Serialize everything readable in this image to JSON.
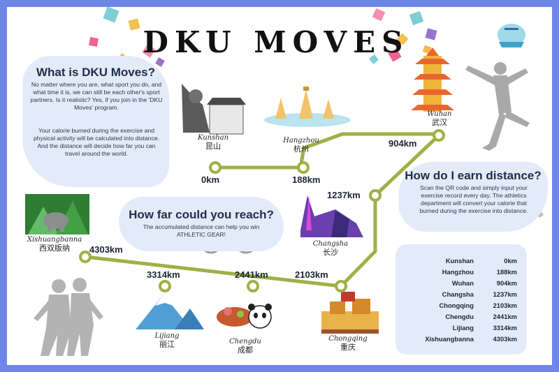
{
  "title": "DKU MOVES",
  "what": {
    "heading": "What is DKU Moves?",
    "p1": "No matter where you are, what sport you do, and what time it is, we can still be each other's sport partners. Is it realistic? Yes, if you join in the 'DKU Moves' program.",
    "p2": "Your calorie burned during the exercise and physical activity will be calculated into distance. And the distance will decide how far you can travel around the world."
  },
  "earn": {
    "heading": "How do I earn distance?",
    "text": "Scan the QR code and simply input your exercise record every day. The athletics department will convert your calorie that burned during the exercise into distance."
  },
  "reach": {
    "heading": "How far could you reach?",
    "text": "The accumulated distance can help you win ATHLETIC GEAR!"
  },
  "route": [
    {
      "city": "Kunshan",
      "cn": "昆山",
      "km": "0km"
    },
    {
      "city": "Hangzhou",
      "cn": "杭州",
      "km": "188km"
    },
    {
      "city": "Wuhan",
      "cn": "武汉",
      "km": "904km"
    },
    {
      "city": "Changsha",
      "cn": "长沙",
      "km": "1237km"
    },
    {
      "city": "Chongqing",
      "cn": "重庆",
      "km": "2103km"
    },
    {
      "city": "Chengdu",
      "cn": "成都",
      "km": "2441km"
    },
    {
      "city": "Lijiang",
      "cn": "丽江",
      "km": "3314km"
    },
    {
      "city": "Xishuangbanna",
      "cn": "西双版纳",
      "km": "4303km"
    }
  ],
  "table": [
    {
      "city": "Kunshan",
      "km": "0km"
    },
    {
      "city": "Hangzhou",
      "km": "188km"
    },
    {
      "city": "Wuhan",
      "km": "904km"
    },
    {
      "city": "Changsha",
      "km": "1237km"
    },
    {
      "city": "Chongqing",
      "km": "2103km"
    },
    {
      "city": "Chengdu",
      "km": "2441km"
    },
    {
      "city": "Lijiang",
      "km": "3314km"
    },
    {
      "city": "Xishuangbanna",
      "km": "4303km"
    }
  ],
  "colors": {
    "border": "#6f86e8",
    "route": "#9db146",
    "panel": "#e4ebf8",
    "silhouette": "#a9a9a9"
  }
}
